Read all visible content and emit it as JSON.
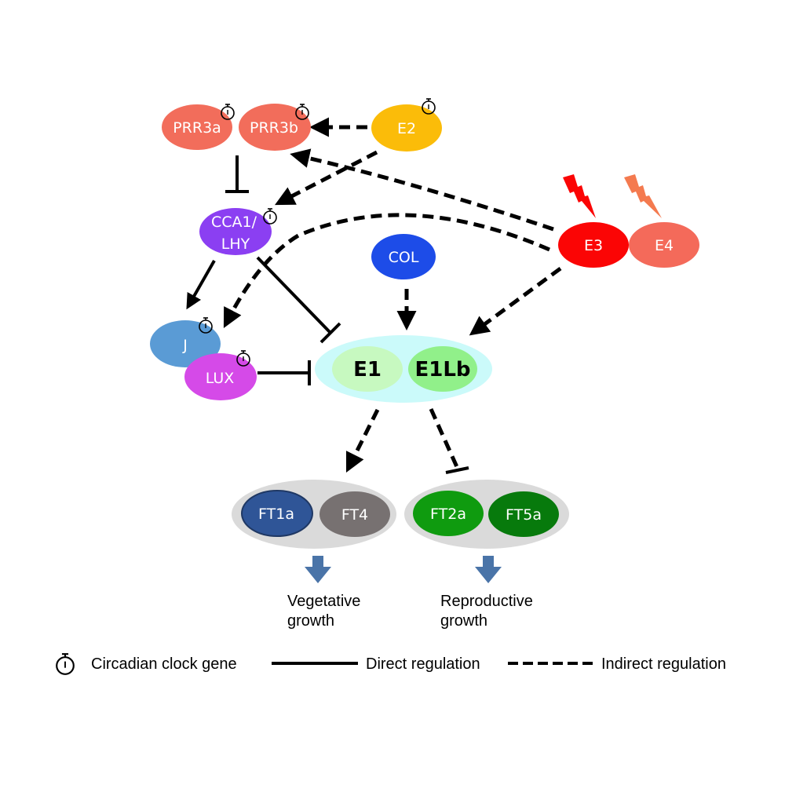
{
  "nodes": {
    "prr3a": {
      "label": "PRR3a",
      "color": "#f26d5b",
      "clock": true
    },
    "prr3b": {
      "label": "PRR3b",
      "color": "#f26d5b",
      "clock": true
    },
    "e2": {
      "label": "E2",
      "color": "#fbbc09",
      "clock": true
    },
    "cca1": {
      "label_line1": "CCA1/",
      "label_line2": "LHY",
      "color": "#8b3ff2",
      "clock": true
    },
    "e3": {
      "label": "E3",
      "color": "#fb0505",
      "clock": false
    },
    "e4": {
      "label": "E4",
      "color": "#f46a5a",
      "clock": false
    },
    "col": {
      "label": "COL",
      "color": "#1d4ce8",
      "clock": false
    },
    "j": {
      "label": "J",
      "color": "#5a9bd5",
      "clock": true
    },
    "lux": {
      "label": "LUX",
      "color": "#d54ae8",
      "clock": true
    },
    "e1": {
      "label": "E1",
      "color": "#c7f9c0"
    },
    "e1lb": {
      "label": "E1Lb",
      "color": "#91f08a"
    },
    "e1_group": {
      "color": "#cbfafa"
    },
    "ft1a": {
      "label": "FT1a",
      "color": "#2f5597"
    },
    "ft4": {
      "label": "FT4",
      "color": "#777171"
    },
    "ft2a": {
      "label": "FT2a",
      "color": "#0f9b0f"
    },
    "ft5a": {
      "label": "FT5a",
      "color": "#077a0c"
    },
    "ft_group_color": "#dadada"
  },
  "stimuli": {
    "e3_lightning_color": "#fb0505",
    "e4_lightning_color": "#f47a4f"
  },
  "outcomes": {
    "arrow_color": "#4a74a8",
    "vegetative_line1": "Vegetative",
    "vegetative_line2": "growth",
    "reproductive_line1": "Reproductive",
    "reproductive_line2": "growth"
  },
  "edges": [
    {
      "from": "E2",
      "to": "PRR3b",
      "type": "indirect",
      "effect": "activation"
    },
    {
      "from": "E2",
      "to": "CCA1/LHY",
      "type": "indirect",
      "effect": "activation"
    },
    {
      "from": "E3",
      "to": "PRR3b",
      "type": "indirect",
      "effect": "activation"
    },
    {
      "from": "E3",
      "to": "J",
      "type": "indirect",
      "effect": "activation"
    },
    {
      "from": "E3",
      "to": "E1/E1Lb",
      "type": "indirect",
      "effect": "activation"
    },
    {
      "from": "PRR3a/PRR3b",
      "to": "CCA1/LHY",
      "type": "direct",
      "effect": "repression"
    },
    {
      "from": "CCA1/LHY",
      "to": "J",
      "type": "direct",
      "effect": "activation"
    },
    {
      "from": "CCA1/LHY",
      "to": "E1/E1Lb",
      "type": "direct",
      "effect": "repression"
    },
    {
      "from": "J/LUX",
      "to": "E1/E1Lb",
      "type": "direct",
      "effect": "repression"
    },
    {
      "from": "COL",
      "to": "E1/E1Lb",
      "type": "indirect",
      "effect": "activation"
    },
    {
      "from": "E1/E1Lb",
      "to": "FT1a/FT4",
      "type": "indirect",
      "effect": "activation"
    },
    {
      "from": "E1/E1Lb",
      "to": "FT2a/FT5a",
      "type": "indirect",
      "effect": "repression"
    }
  ],
  "legend": {
    "clock_label": "Circadian clock gene",
    "direct_label": "Direct regulation",
    "indirect_label": "Indirect regulation"
  }
}
